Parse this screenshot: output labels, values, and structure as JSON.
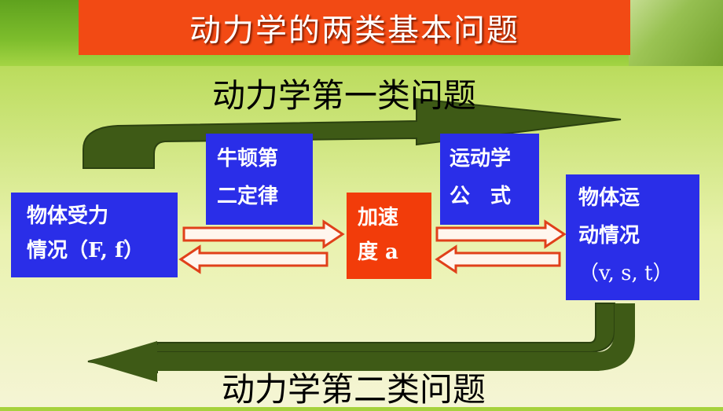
{
  "title": "动力学的两类基本问题",
  "first_problem_label": "动力学第一类问题",
  "second_problem_label": "动力学第二类问题",
  "boxes": {
    "force": {
      "line1": "物体受力",
      "line2": "情况（F, f）"
    },
    "newton": {
      "line1": "牛顿第",
      "line2": "二定律"
    },
    "acceleration": {
      "line1": "加速",
      "line2": "度 a"
    },
    "kinematics": {
      "line1": "运动学",
      "line2": "公　式"
    },
    "motion": {
      "line1": "物体运",
      "line2": "动情况",
      "line3": "（v, s, t）"
    }
  },
  "colors": {
    "title_bg": "#f24a14",
    "box_blue": "#2a2ee8",
    "box_red": "#f23c0a",
    "big_arrow": "#3e5a16",
    "hollow_arrow": "#e0401a"
  }
}
